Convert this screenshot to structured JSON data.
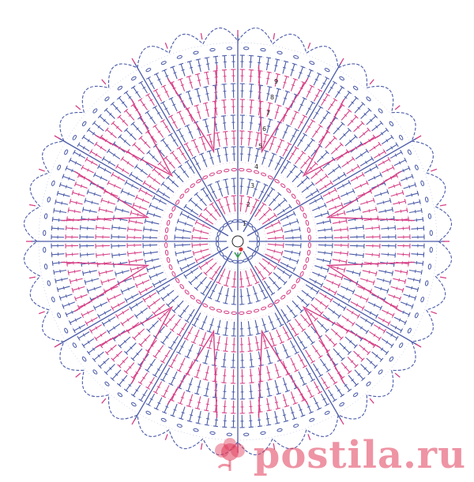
{
  "diagram": {
    "kind": "round crochet doily stitch chart",
    "colors": {
      "blue": "#4a5aa8",
      "pink": "#d63f86",
      "background": "#ffffff",
      "start_marker_red": "#e0343a",
      "start_marker_green": "#3aa54a"
    },
    "round_numbers": [
      "1",
      "2",
      "3",
      "4",
      "5",
      "6",
      "7",
      "8",
      "9"
    ],
    "sectors": 12,
    "rounds": 16
  },
  "watermark": {
    "text": "postila.ru",
    "icon": "rose-flower-icon",
    "color": "#e03c5a"
  }
}
